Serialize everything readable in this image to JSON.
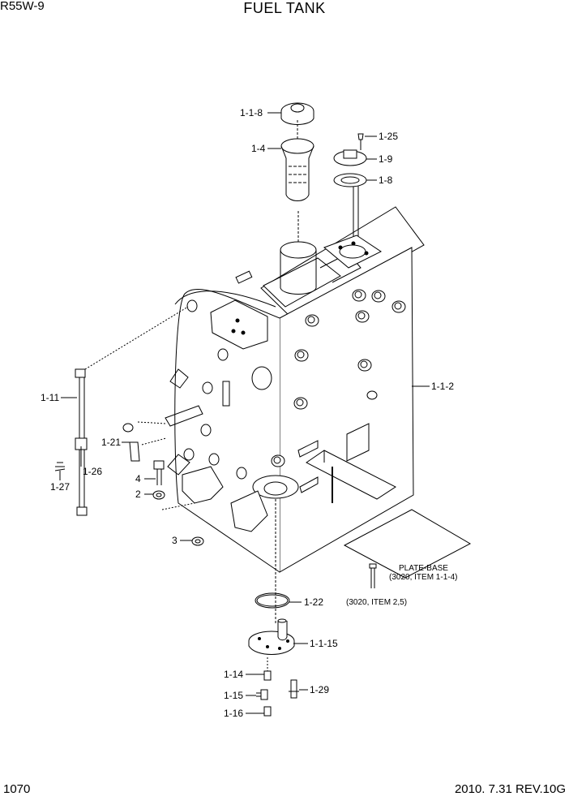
{
  "header": {
    "model": "R55W-9",
    "title": "FUEL TANK"
  },
  "footer": {
    "page_number": "1070",
    "date_revision": "2010. 7.31  REV.10G"
  },
  "callouts": {
    "c_1_1_8": "1-1-8",
    "c_1_4": "1-4",
    "c_1_25": "1-25",
    "c_1_9": "1-9",
    "c_1_8": "1-8",
    "c_1_1_2": "1-1-2",
    "c_1_11": "1-11",
    "c_1_21": "1-21",
    "c_1_26": "1-26",
    "c_1_27": "1-27",
    "c_4": "4",
    "c_2": "2",
    "c_3": "3",
    "c_plate_base": "PLATE-BASE",
    "c_plate_base_ref": "(3020, ITEM 1-1-4)",
    "c_bolt_ref": "(3020, ITEM 2,5)",
    "c_1_22": "1-22",
    "c_1_1_15": "1-1-15",
    "c_1_14": "1-14",
    "c_1_15": "1-15",
    "c_1_16": "1-16",
    "c_1_29": "1-29"
  }
}
